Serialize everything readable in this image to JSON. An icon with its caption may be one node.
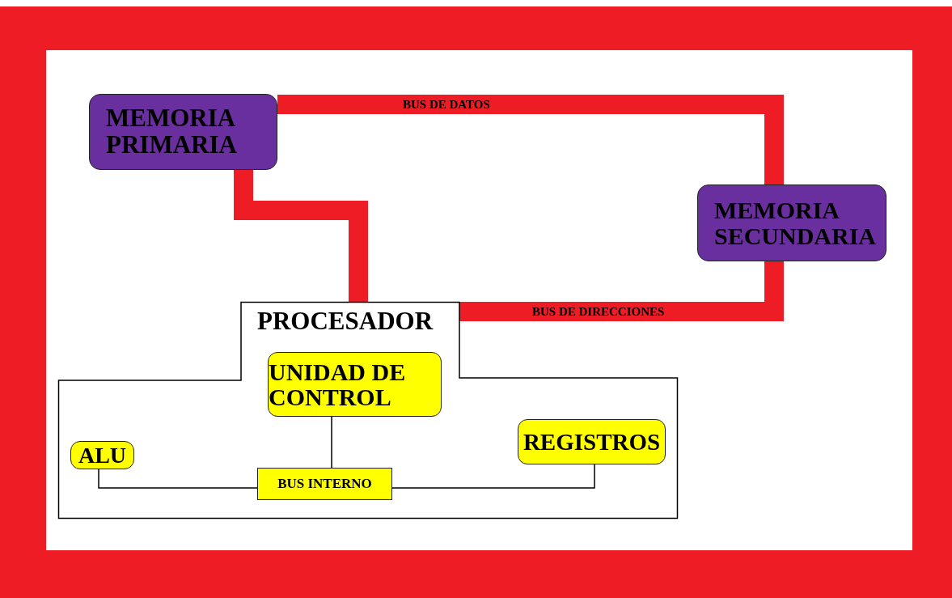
{
  "diagram": {
    "nodes": [
      {
        "text": [
          "MEMORIA PRIMARIA"
        ]
      },
      {
        "text": [
          "MEMORIA SECUNDARIA"
        ]
      },
      {
        "text": [
          "PROCESADOR"
        ]
      },
      {
        "text": [
          "UNIDAD DE CONTROL"
        ],
        "in": 2
      },
      {
        "text": [
          "ALU"
        ],
        "in": 2
      },
      {
        "text": [
          "BUS INTERNO"
        ],
        "in": 2
      },
      {
        "text": [
          "REGISTROS"
        ],
        "in": 2
      }
    ],
    "edges": [
      {
        "from": 0,
        "to": 1,
        "arrow": "none",
        "label": "BUS DE DATOS",
        "style": "thick",
        "color": "#ee1c24"
      },
      {
        "from": 0,
        "to": 2,
        "arrow": "none",
        "style": "thick",
        "color": "#ee1c24"
      },
      {
        "from": 2,
        "to": 1,
        "arrow": "none",
        "label": "BUS DE DIRECCIONES",
        "style": "thick",
        "color": "#ee1c24"
      },
      {
        "from": 3,
        "to": 5,
        "arrow": "none",
        "color": "#000000"
      },
      {
        "from": 4,
        "to": 5,
        "arrow": "none",
        "color": "#000000"
      },
      {
        "from": 6,
        "to": 5,
        "arrow": "none",
        "color": "#000000"
      }
    ]
  }
}
